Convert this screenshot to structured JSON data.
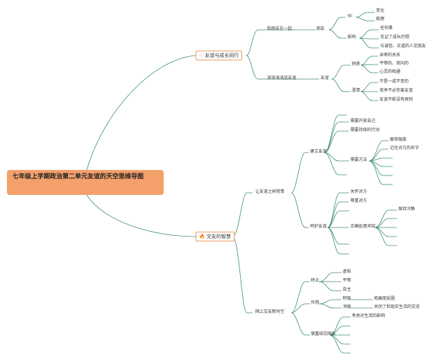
{
  "root": {
    "title": "七年级上学期政治第二单元友谊的天空思维导图"
  },
  "topics": [
    {
      "label": "友谊与成长同行",
      "icon": "heart-icon"
    },
    {
      "label": "交友的智慧",
      "icon": "fire-icon"
    }
  ],
  "nodes": [
    "和朋友在一起",
    "朋友",
    "qc",
    "变化",
    "梳理",
    "影响",
    "任何事",
    "见证了成长历程",
    "与诚信、正道的人交朋友",
    "深深浅浅话友谊",
    "友谊",
    "特质",
    "亲密的关系",
    "平等的、双向的",
    "心灵的相通",
    "澄清",
    "不是一成不变的",
    "竞争不必伤害友谊",
    "友谊不能没有原则",
    "让友谊之树常青",
    "建立友谊",
    "需要开放自己",
    "需要持续的行动",
    "需要方法",
    "面带微笑",
    "记住对方的名字",
    "呵护友谊",
    "关怀对方",
    "尊重对方",
    "正确处理冲突",
    "保持冷静",
    "网上交友新时空",
    "特点",
    "虚拟",
    "平等",
    "自主",
    "作用",
    "积极",
    "拓展朋友圈",
    "消极",
    "关闭了和现实生活的交流",
    "慎重结交网友",
    "考虑对生活的影响"
  ],
  "colors": {
    "root_fill": "#f4a06b",
    "topic_border": "#f09a5e",
    "line": "#3a8c6e"
  }
}
